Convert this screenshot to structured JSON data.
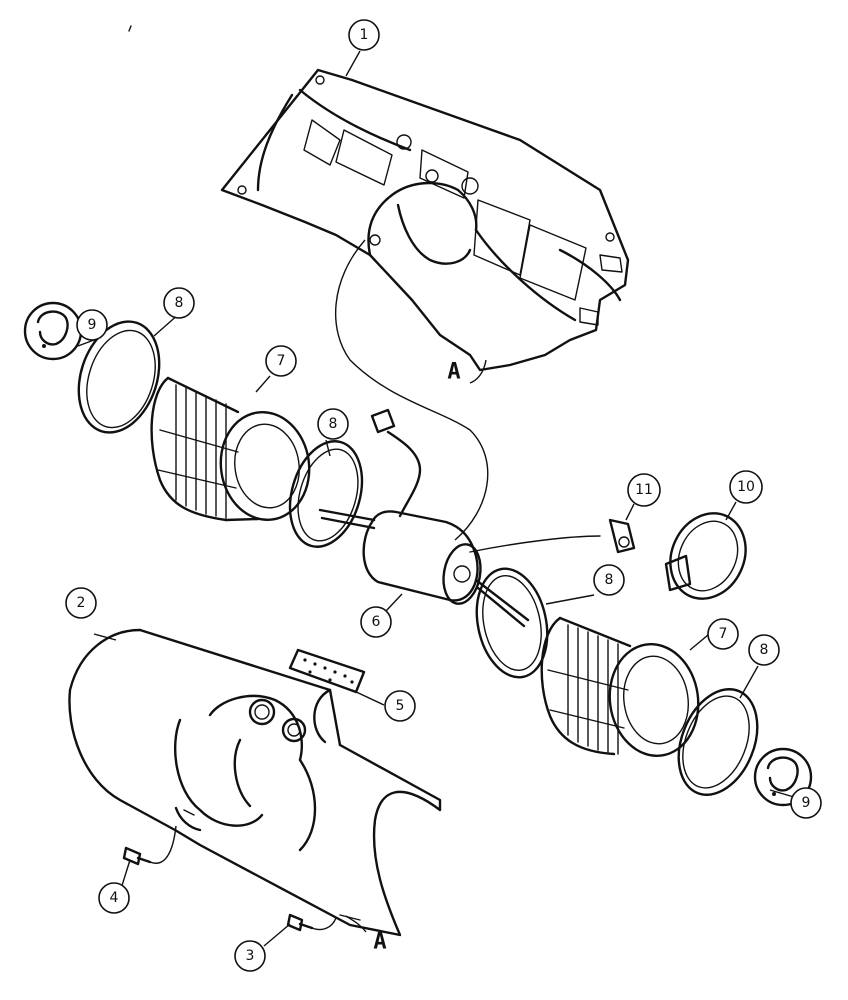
{
  "callouts": {
    "c1": "1",
    "c2": "2",
    "c3": "3",
    "c4": "4",
    "c5": "5",
    "c6": "6",
    "c7a": "7",
    "c7b": "7",
    "c8a": "8",
    "c8b": "8",
    "c8c": "8",
    "c8d": "8",
    "c9a": "9",
    "c9b": "9",
    "c10": "10",
    "c11": "11"
  },
  "connection_labels": {
    "upper": "A",
    "lower": "A"
  },
  "colors": {
    "ink": "#111111",
    "background": "#ffffff"
  }
}
